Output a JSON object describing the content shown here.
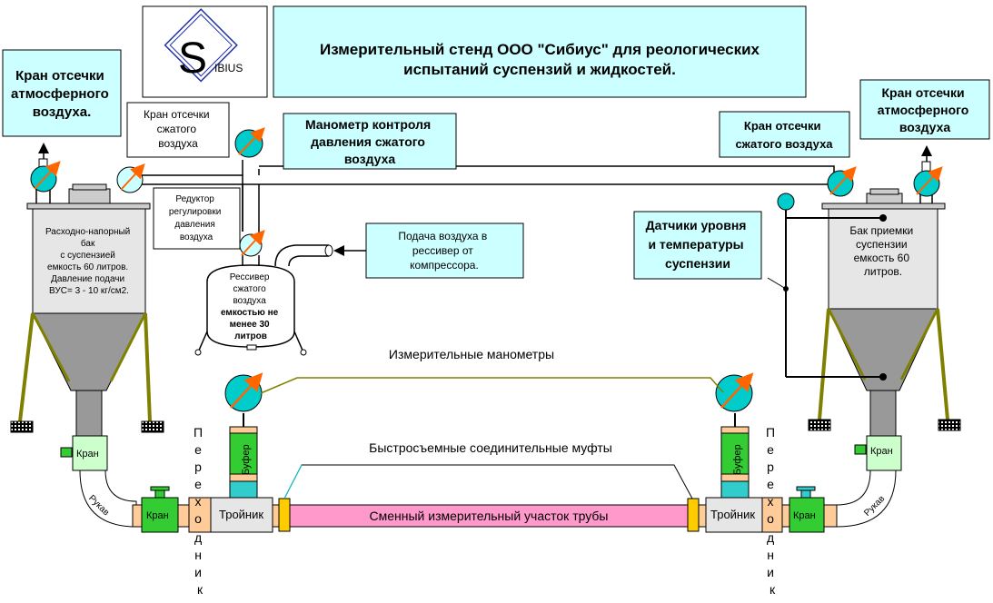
{
  "title_box": {
    "line1": "Измерительный стенд ООО \"Сибиус\"  для реологических",
    "line2": "испытаний  суспензий и жидкостей."
  },
  "logo": {
    "letter": "S",
    "text": "IBIUS"
  },
  "callouts": {
    "left_atm_valve": [
      "Кран отсечки",
      "атмосферного",
      "воздуха."
    ],
    "left_air_valve": [
      "Кран отсечки",
      "сжатого",
      "воздуха"
    ],
    "manometer_ctrl": [
      "Манометр контроля",
      "давления сжатого",
      "воздуха"
    ],
    "reducer": [
      "Редуктор",
      "регулировки",
      "давления",
      "воздуха"
    ],
    "air_supply": [
      "Подача воздуха в",
      "рессивер от",
      "компрессора."
    ],
    "right_air_valve": [
      "Кран отсечки",
      "сжатого воздуха"
    ],
    "right_atm_valve": [
      "Кран отсечки",
      "атмосферного",
      "воздуха"
    ],
    "sensors": [
      "Датчики уровня",
      "и температуры",
      "суспензии"
    ]
  },
  "tanks": {
    "left": [
      "Расходно-напорный",
      "бак",
      "с суспензией",
      "емкость 60 литров.",
      "Давление подачи",
      "ВУС= 3 - 10 кг/см2."
    ],
    "right": [
      "Бак приемки",
      "суспензии",
      "емкость 60",
      "литров."
    ]
  },
  "receiver": [
    "Рессивер",
    "сжатого",
    "воздуха",
    "емкостью не",
    "менее 30",
    "литров"
  ],
  "labels": {
    "gauges": "Измерительные манометры",
    "couplings": "Быстросъемные соединительные муфты",
    "test_section": "Сменный измерительный участок трубы",
    "tee": "Тройник",
    "valve": "Кран",
    "hose": "Рукав",
    "buffer": "Буфер",
    "adapter": [
      "П",
      "е",
      "р",
      "е",
      "х",
      "о",
      "д",
      "н",
      "и",
      "к"
    ]
  },
  "colors": {
    "callout_fill": "#ccffff",
    "gauge_fill": "#00cccc",
    "gauge_arrow": "#ff6600",
    "tank_fill": "#e6e6e6",
    "cone_fill": "#999999",
    "valve_fill": "#33cc33",
    "section_fill": "#ff99cc",
    "coupling_fill": "#ffcc00",
    "adapter_fill": "#ffcc99",
    "leg_color": "#808000"
  }
}
